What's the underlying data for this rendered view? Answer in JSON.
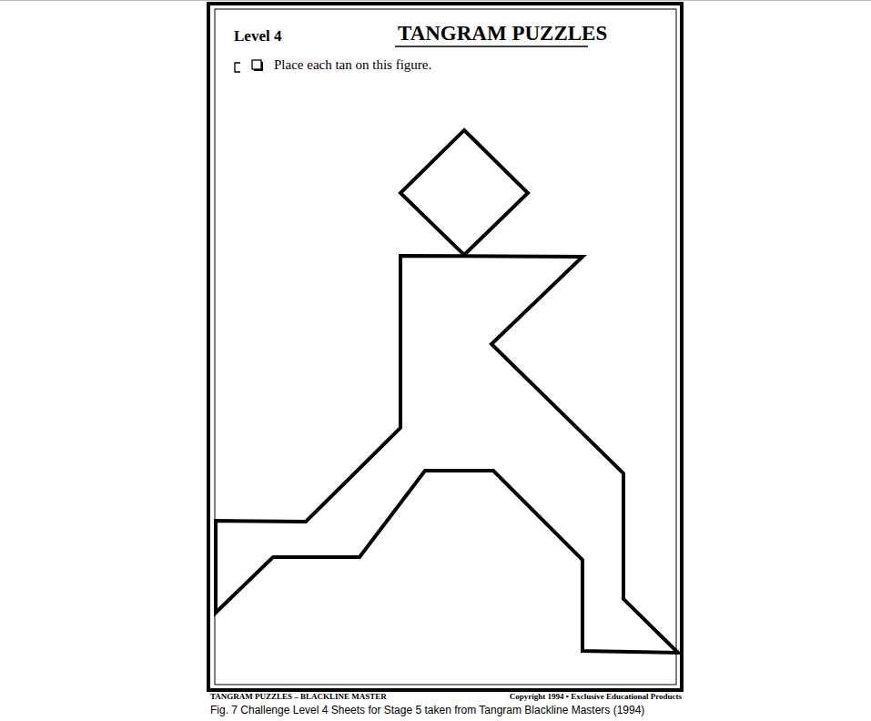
{
  "diagram": {
    "title": "TANGRAM PUZZLES",
    "caption": "Fig. 7 Challenge Level 4 Sheets for Stage 5 taken from Tangram Blackline Masters (1994)",
    "labels": [
      "Level 4",
      "Place each tan on this figure.",
      "TANGRAM PUZZLES – BLACKLINE MASTER",
      "Copyright 1994 • Exclusive Educational Products"
    ]
  }
}
